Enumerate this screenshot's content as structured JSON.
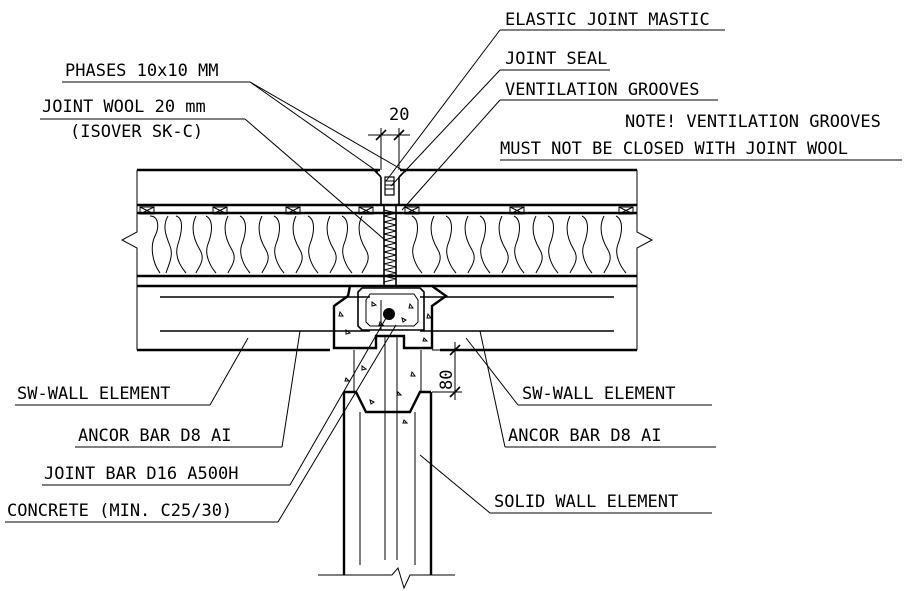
{
  "labels": {
    "elastic_joint_mastic": "ELASTIC JOINT MASTIC",
    "joint_seal": "JOINT SEAL",
    "ventilation_grooves": "VENTILATION GROOVES",
    "note_line1": "NOTE! VENTILATION GROOVES",
    "note_line2": "MUST NOT BE CLOSED WITH JOINT WOOL",
    "phases": "PHASES 10x10 MM",
    "joint_wool": "JOINT WOOL 20 mm",
    "isover": "(ISOVER  SK-C)",
    "sw_wall_left": "SW-WALL ELEMENT",
    "anchor_bar_left": "ANCOR BAR D8 AI",
    "joint_bar": "JOINT BAR D16 A500H",
    "concrete": "CONCRETE (MIN. C25/30)",
    "sw_wall_right": "SW-WALL ELEMENT",
    "anchor_bar_right": "ANCOR BAR D8 AI",
    "solid_wall": "SOLID WALL ELEMENT"
  },
  "dimensions": {
    "joint_width": "20",
    "depth": "80"
  }
}
